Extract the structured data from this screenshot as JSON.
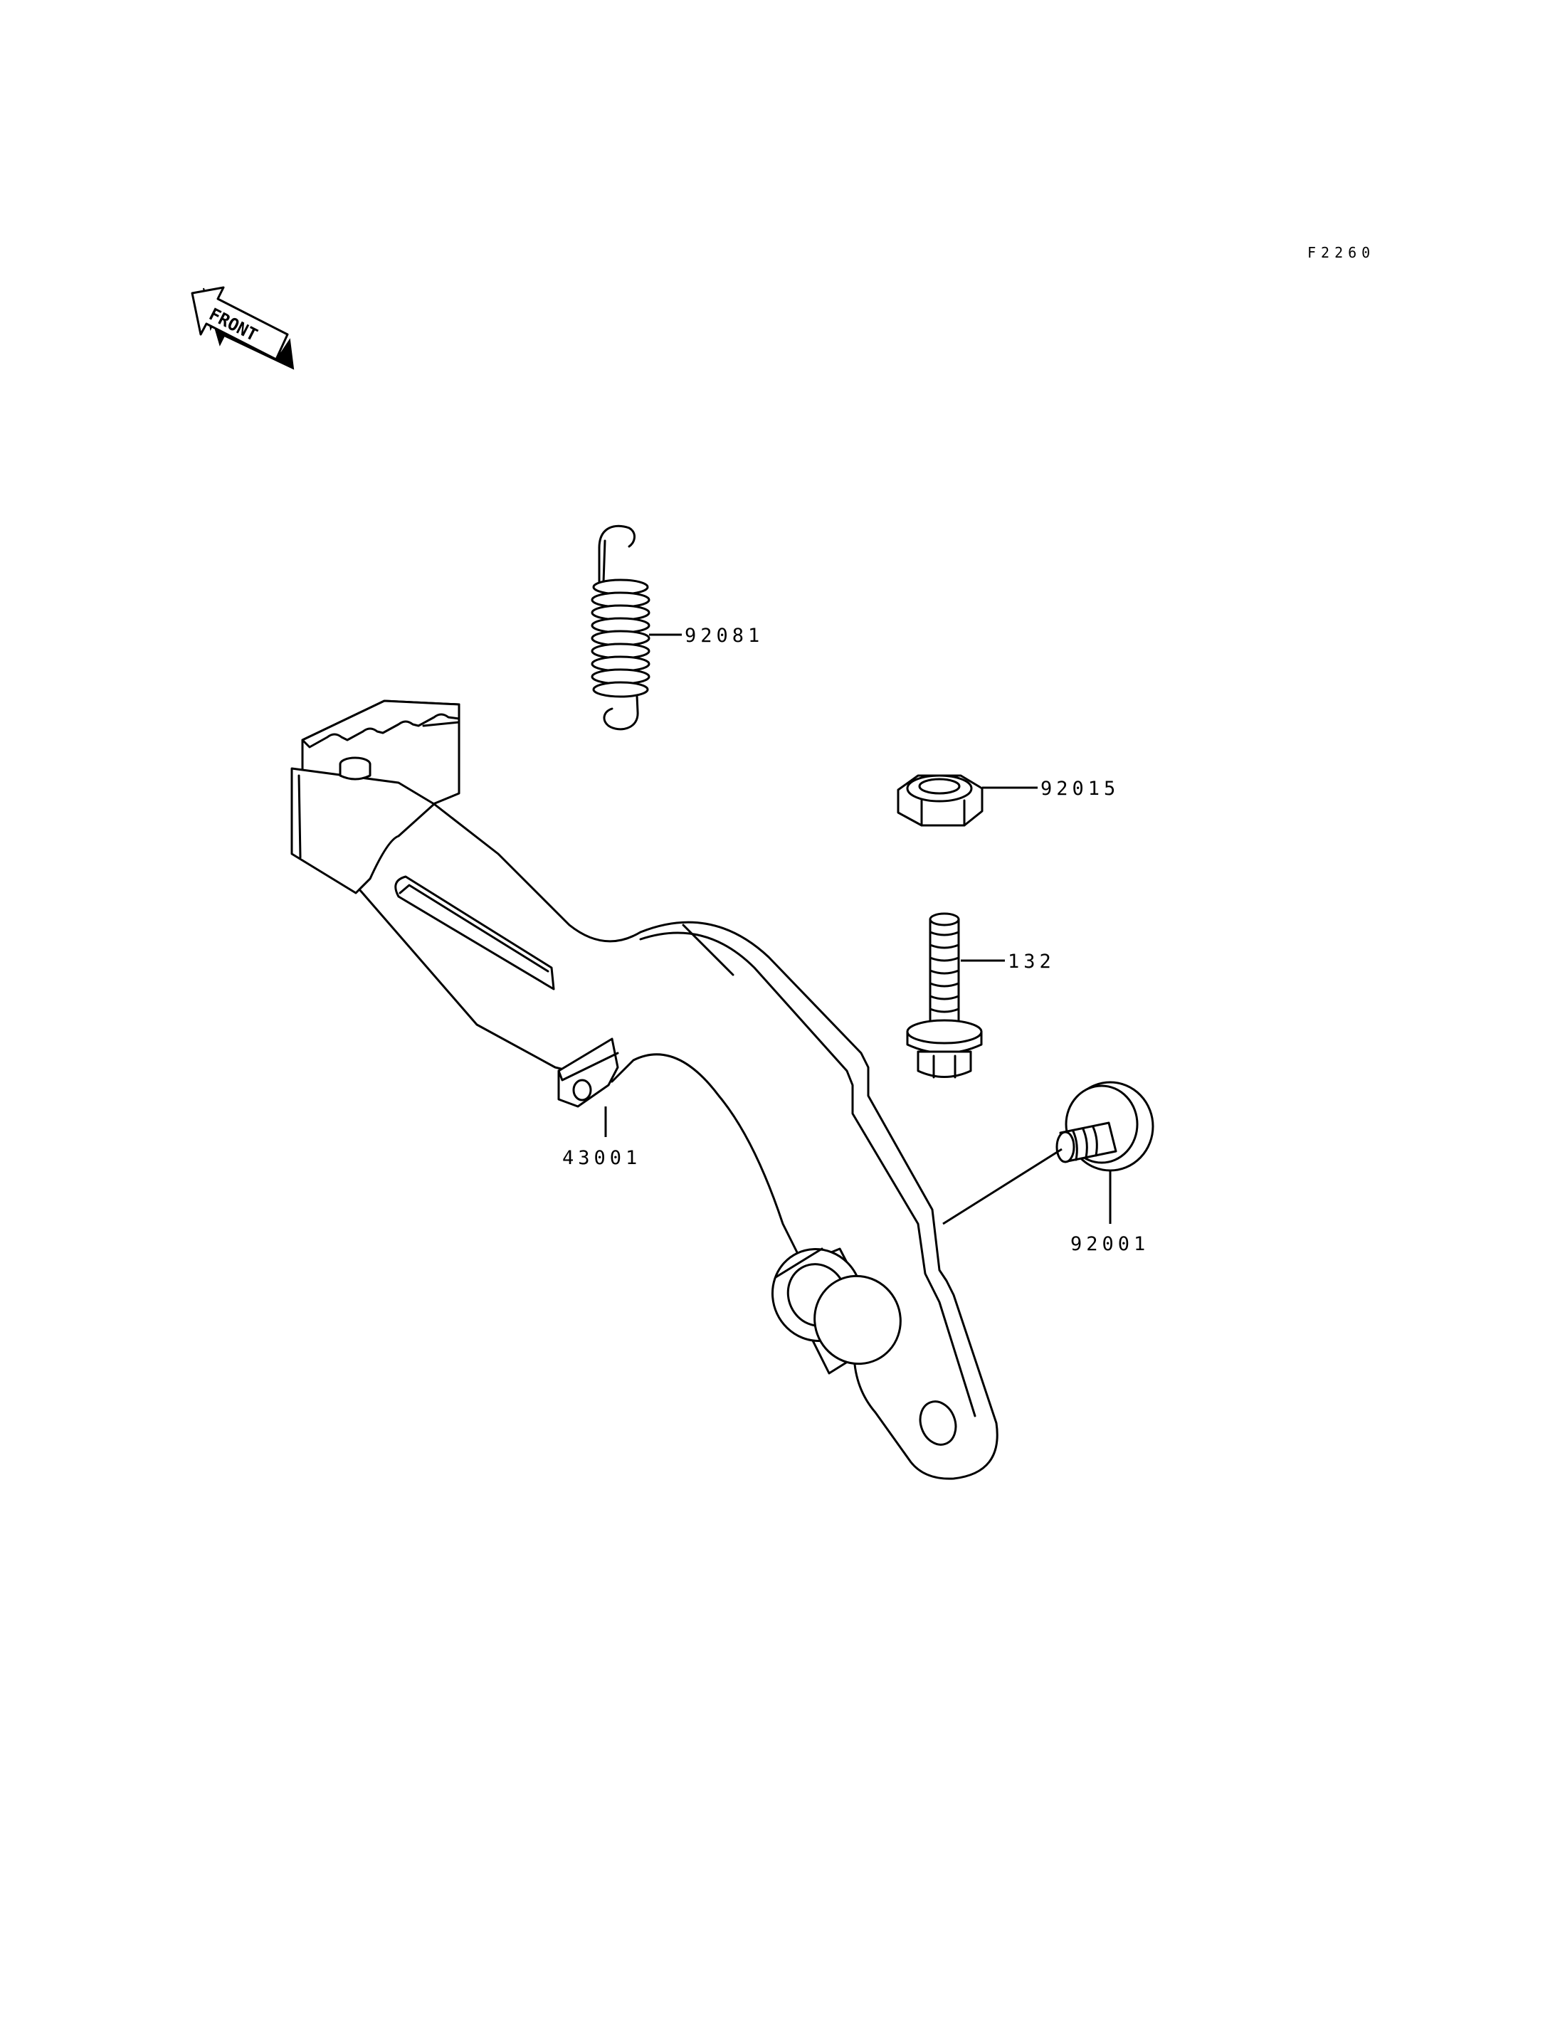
{
  "diagram": {
    "code": "F2260",
    "front_label": "FRONT",
    "parts": [
      {
        "number": "92081",
        "name": "spring"
      },
      {
        "number": "92015",
        "name": "nut"
      },
      {
        "number": "132",
        "name": "bolt"
      },
      {
        "number": "43001",
        "name": "brake-pedal"
      },
      {
        "number": "92001",
        "name": "pivot-bolt"
      }
    ]
  }
}
